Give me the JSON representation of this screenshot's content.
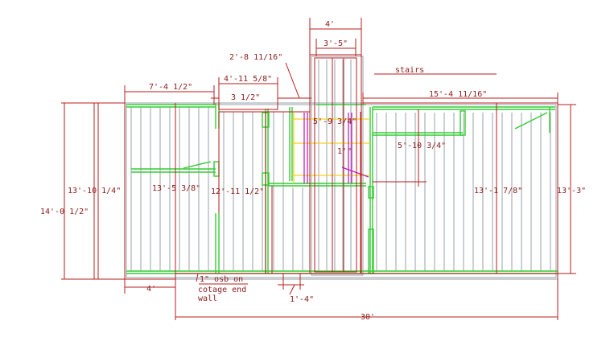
{
  "colors": {
    "dimension": "#b81c1c",
    "framing": "#9aa1a8",
    "wall": "#33cc33",
    "header": "#f2d01e",
    "accent": "#c020c0",
    "background": "#ffffff"
  },
  "labels": {
    "top_4": "4'",
    "top_3_5": "3'-5\"",
    "dim_2_8": "2'-8 11/16\"",
    "stairs": "stairs",
    "dim_7_4": "7'-4 1/2\"",
    "dim_4_11": "4'-11 5/8\"",
    "dim_3_half": "3 1/2\"",
    "dim_15_4": "15'-4 11/16\"",
    "dim_5_9": "5'-9 3/4\"",
    "dim_1_quote": "1'\"",
    "dim_5_10": "5'-10 3/4\"",
    "left_13_10": "13'-10 1/4\"",
    "left_14_0": "14'-0 1/2\"",
    "dim_13_5": "13'-5 3/8\"",
    "dim_12_11": "12'-11 1/2\"",
    "dim_13_1": "13'-1 7/8\"",
    "right_13_3": "13'-3\"",
    "bottom_4": "4'",
    "osb_line1": "1\" osb on",
    "osb_line2": "cotage end",
    "osb_line3": "wall",
    "dim_1_4": "1'-4\"",
    "bottom_30": "30'"
  }
}
